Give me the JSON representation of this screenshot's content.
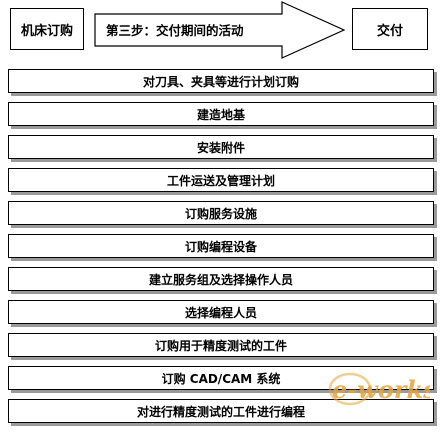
{
  "header": {
    "start_label": "机床订购",
    "arrow_label": "第三步：交付期间的活动",
    "end_label": "交付"
  },
  "steps": [
    "对刀具、夹具等进行计划订购",
    "建造地基",
    "安装附件",
    "工件运送及管理计划",
    "订购服务设施",
    "订购编程设备",
    "建立服务组及选择操作人员",
    "选择编程人员",
    "订购用于精度测试的工件",
    "订购 CAD/CAM 系统",
    "对进行精度测试的工件进行编程"
  ],
  "watermark": {
    "text": "e-works",
    "color": "#e6a33a"
  }
}
